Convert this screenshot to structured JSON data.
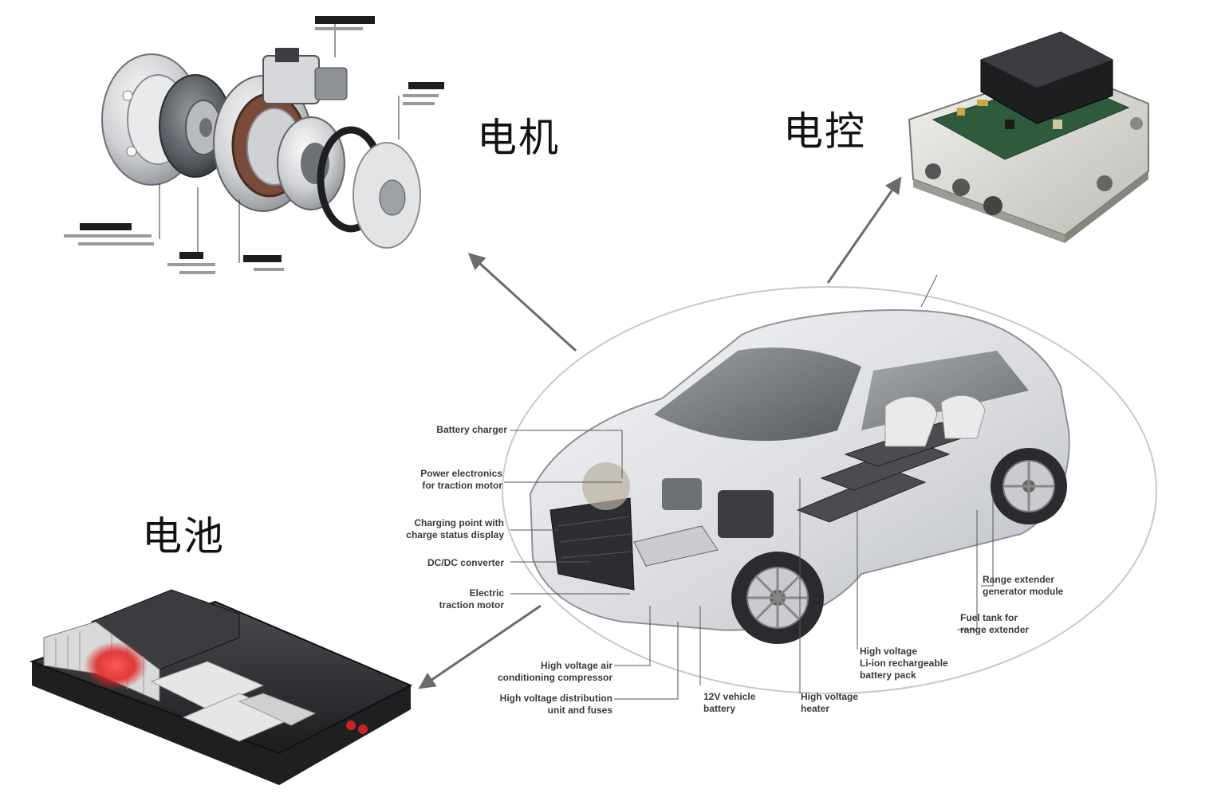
{
  "components": {
    "motor": {
      "label": "电机"
    },
    "controller": {
      "label": "电控"
    },
    "battery": {
      "label": "电池"
    }
  },
  "vehicle_callouts": {
    "battery_charger": [
      "Battery charger"
    ],
    "power_electronics": [
      "Power electronics",
      "for traction motor"
    ],
    "charging_point": [
      "Charging point with",
      "charge status display"
    ],
    "dcdc_converter": [
      "DC/DC converter"
    ],
    "electric_motor": [
      "Electric",
      "traction motor"
    ],
    "hv_compressor": [
      "High voltage air",
      "conditioning compressor"
    ],
    "hv_distribution": [
      "High voltage distribution",
      "unit and fuses"
    ],
    "battery_12v": [
      "12V vehicle",
      "battery"
    ],
    "hv_heater": [
      "High voltage",
      "heater"
    ],
    "hv_battery_pack": [
      "High voltage",
      "Li-ion rechargeable",
      "battery pack"
    ],
    "fuel_tank": [
      "Fuel tank for",
      "range extender"
    ],
    "range_extender": [
      "Range extender",
      "generator module"
    ]
  },
  "colors": {
    "arrow": "#6b6b6b",
    "car_body": "#dcdde0",
    "battery_casing": "#2a2a2a",
    "battery_cell_glow": "#e02020",
    "pcb_green": "#2f5a3c"
  }
}
